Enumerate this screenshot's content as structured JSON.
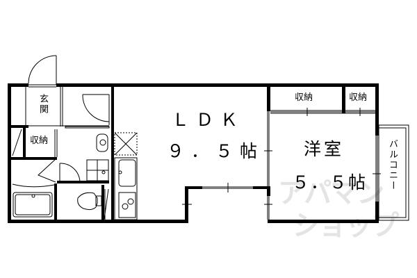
{
  "floor_plan": {
    "rooms": {
      "ldk": {
        "name": "ＬＤＫ",
        "size": "９．５帖"
      },
      "western_room": {
        "name": "洋室",
        "size": "５．５帖"
      },
      "entrance": {
        "name": "玄関"
      },
      "storage_hall": {
        "name": "収納"
      },
      "storage_closet_1": {
        "name": "収納"
      },
      "storage_closet_2": {
        "name": "収納"
      },
      "balcony": {
        "name": "バルコニー"
      }
    },
    "watermark": {
      "line1": "アパマン",
      "line2": "ショップ"
    },
    "colors": {
      "wall": "#000000",
      "background": "#ffffff",
      "watermark": "#e4e4e4"
    }
  }
}
